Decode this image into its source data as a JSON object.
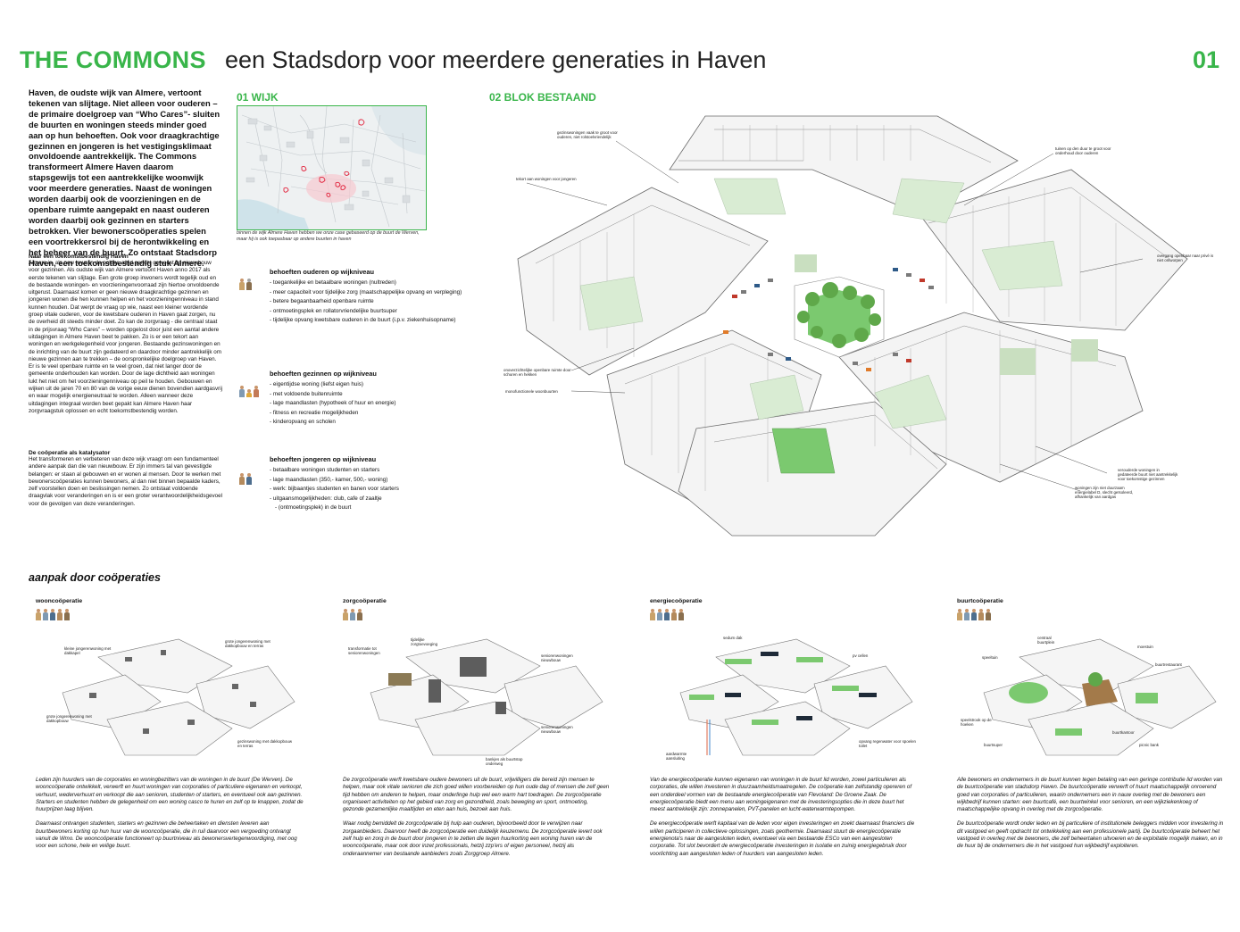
{
  "header": {
    "title": "THE COMMONS",
    "subtitle": "een Stadsdorp voor meerdere generaties in Haven",
    "page_number": "01"
  },
  "intro": {
    "lead": "Haven, de oudste wijk van Almere, vertoont tekenen van slijtage. Niet alleen voor ouderen – de primaire doelgroep van “Who Cares”- sluiten de buurten en woningen steeds minder goed aan op hun behoeften. Ook voor draagkrachtige gezinnen en jongeren is het vestigingsklimaat onvoldoende aantrekkelijk. The Commons transformeert Almere Haven daarom stapsgewijs tot een aantrekkelijke woonwijk voor meerdere generaties. Naast de woningen worden daarbij ook de voorzieningen en de openbare ruimte aangepakt en naast ouderen worden daarbij ook gezinnen en starters betrokken. Vier bewonerscoöperaties spelen een voortrekkersrol bij de herontwikkeling en het beheer van de buurt. Zo ontstaat Stadsdorp Haven, een toekomstbestendig stuk Almere.",
    "section1_title": "Naar een toekomstbestendig Haven",
    "section1_text": "Almere is, als new town in de polder, altijd gericht geweest op nieuwbouw voor gezinnen. Als oudste wijk van Almere vertoont Haven anno 2017 als eerste tekenen van slijtage. Een grote groep inwoners wordt tegelijk oud en de bestaande woningen- en voorzieningenvoorraad zijn hiertoe onvoldoende uitgerust. Daarnaast komen er geen nieuwe draagkrachtige gezinnen en jongeren wonen die hen kunnen helpen en het voorzieningenniveau in stand kunnen houden. Dat werpt de vraag op wie, naast een kleiner wordende groep vitale ouderen, voor de kwetsbare ouderen in Haven gaat zorgen, nu de overheid dit steeds minder doet. Zo kan de zorgvraag - die centraal staat in de prijsvraag “Who Cares” – worden opgelost door juist een aantal andere uitdagingen in Almere Haven beet te pakken. Zo is er een tekort aan woningen en werkgelegenheid voor jongeren. Bestaande gezinswoningen en de inrichting van de buurt zijn gedateerd en daardoor minder aantrekkelijk om nieuwe gezinnen aan te trekken – de oorspronkelijke doelgroep van Haven. Er is te veel openbare ruimte en te veel groen, dat niet langer door de gemeente onderhouden kan worden. Door de lage dichtheid aan woningen lukt het niet om het voorzieningenniveau op peil te houden. Gebouwen en wijken uit de jaren 70 en 80 van de vorige eeuw dienen bovendien aardgasvrij en waar mogelijk energieneutraal te worden. Alleen wanneer deze uitdagingen integraal worden beet gepakt kan Almere Haven haar zorgvraagstuk oplossen en echt toekomstbestendig worden.",
    "section2_title": "De coöperatie als katalysator",
    "section2_text": "Het transformeren en verbeteren van deze wijk vraagt om een fundamenteel andere aanpak dan die van nieuwbouw. Er zijn immers tal van gevestigde belangen: er staan al gebouwen en er wonen al mensen. Door te werken met bewonerscoöperaties kunnen bewoners, al dan niet binnen bepaalde kaders, zelf voorstellen doen en beslissingen nemen. Zo ontstaat voldoende draagvlak voor veranderingen en is er een groter verantwoordelijkheidsgevoel voor de gevolgen van deze veranderingen."
  },
  "wijk": {
    "heading": "01 WIJK",
    "caption": "binnen de wijk Almere Haven hebben we onze case gebaseerd op de buurt de Werven, maar hij is ook toepasbaar op andere buurten in haven"
  },
  "blok": {
    "heading": "02 BLOK BESTAAND",
    "annotations": [
      "gezinswoningen vaak te groot voor ouderen, niet rolstoelvriendelijk",
      "tekort aan woningen voor jongeren",
      "tuinen op den duur te groot voor onderhoud door ouderen",
      "overgang openbaar naar privé is niet ontworpen",
      "onoverzichtelijke openbare ruimte door schuren en hekken",
      "monofunctionele woonbuurten",
      "verouderde woningen in gedateerde buurt niet aantrekkelijk voor toekomstige gezinnen",
      "woningen zijn niet duurzaam energielabel D, slecht geïsoleerd, afhankelijk van aardgas"
    ]
  },
  "needs": [
    {
      "title": "behoeften ouderen op wijkniveau",
      "items": [
        "toegankelijke en betaalbare woningen (nultreden)",
        "meer capaciteit voor tijdelijke zorg (maatschappelijke opvang en verpleging)",
        "betere begaanbaarheid openbare ruimte",
        "ontmoetingsplek en rollatorvriendelijke buurtsuper",
        "tijdelijke opvang kwetsbare ouderen in de buurt (i.p.v. ziekenhuisopname)"
      ]
    },
    {
      "title": "behoeften gezinnen op wijkniveau",
      "items": [
        "eigentijdse woning (liefst eigen huis)",
        "met voldoende buitenruimte",
        "lage maandlasten (hypotheek of huur en energie)",
        "fitness en recreatie mogelijkheden",
        "kinderopvang en scholen"
      ]
    },
    {
      "title": "behoeften jongeren op wijkniveau",
      "items": [
        "betaalbare woningen studenten en starters",
        "lage maandlasten (350,- kamer, 500,- woning)",
        "werk: bijbaantjes studenten en banen voor starters",
        "uitgaansmogelijkheden: club, cafe of zaaltje",
        "(ontmoetingsplek) in de buurt"
      ]
    }
  ],
  "aanpak": {
    "heading": "aanpak door coöperaties",
    "coops": [
      {
        "title": "wooncoöperatie",
        "annotations": [
          "kleine jongerenwoning met dakkapel",
          "grote jongerenwoning met dakkopbouw en terras",
          "grote jongerenwoning met dakkopbouw",
          "gezinswoning met dakkopbouw en terras"
        ],
        "text1": "Leden zijn huurders van de corporaties en woningbezitters van de woningen in de buurt (De Werven). De wooncoöperatie ontwikkelt, verwerft en huurt woningen van corporaties of particuliere eigenaren en verkoopt, verhuurt, wederverhuurt en verkoopt die aan senioren, studenten of starters, en eventueel ook aan gezinnen. Starters en studenten hebben de gelegenheid om een woning casco te huren en zelf op te knappen, zodat de huurprijzen laag blijven.",
        "text2": "Daarnaast ontvangen studenten, starters en gezinnen die beheertaken en diensten leveren aan buurtbewoners korting op hun huur van de wooncoöperatie, die in ruil daarvoor een vergoeding ontvangt vanuit de Wmo. De wooncoöperatie functioneert op buurtniveau als bewonersvertegenwoordiging, met oog voor een schone, hele en veilige buurt."
      },
      {
        "title": "zorgcoöperatie",
        "annotations": [
          "transformatie tot seniorenwoningen",
          "tijdelijke zorgtoevoeging",
          "seniorenwoningen nieuwbouw",
          "seniorenwoningen nieuwbouw",
          "bankjes als buurtstop onderweg"
        ],
        "text1": "De zorgcoöperatie werft kwetsbare oudere bewoners uit de buurt, vrijwilligers die bereid zijn mensen te helpen, maar ook vitale senioren die zich goed willen voorbereiden op hun oude dag of mensen die zelf geen tijd hebben om anderen te helpen, maar onderlinge hulp wel een warm hart toedragen. De zorgcoöperatie organiseert activiteiten op het gebied van zorg en gezondheid, zoals beweging en sport, ontmoeting, gezonde gezamenlijke maaltijden en eten aan huis, bezoek aan huis.",
        "text2": "Waar nodig bemiddelt de zorgcoöperatie bij hulp aan ouderen, bijvoorbeeld door te verwijzen naar zorgaanbieders. Daarvoor heeft de zorgcoöperatie een duidelijk keuzemenu. De zorgcoöperatie levert ook zelf hulp en zorg in de buurt door jongeren in te zetten die tegen huurkorting een woning huren van de wooncoöperatie, maar ook door inzet professionals, hetzij zzp'ers of eigen personeel, hetzij als onderaannemer van bestaande aanbieders zoals Zorggroep Almere."
      },
      {
        "title": "energiecoöperatie",
        "annotations": [
          "sedum dak",
          "pv cellen",
          "aardwarmte aansluiting",
          "opvang regenwater voor spoelen toilet"
        ],
        "text1": "Van de energiecoöperatie kunnen eigenaren van woningen in de buurt lid worden, zowel particulieren als corporaties, die willen investeren in duurzaamheidsmaatregelen. De coöperatie kan zelfstandig opereren of een onderdeel vormen van de bestaande energiecoöperatie van Flevoland: De Groene Zaak. De energiecoöperatie biedt een menu aan woningeigenaren met de investeringsopties die in deze buurt het meest aantrekkelijk zijn: zonnepanelen, PVT-panelen en lucht-waterwarmtepompen.",
        "text2": "De energiecoöperatie werft kapitaal van de leden voor eigen investeringen en zoekt daarnaast financiers die willen participeren in collectieve oplossingen, zoals geothermie. Daarnaast stuurt de energiecoöperatie energienota's naar de aangesloten leden, eventueel via een bestaande ESCo van een aangesloten corporatie. Tot slot bevordert de energiecoöperatie investeringen in isolatie en zuinig energiegebruik door voorlichting aan aangesloten leden of huurders van aangesloten leden."
      },
      {
        "title": "buurtcoöperatie",
        "annotations": [
          "centraal buurtplein",
          "speeltuin",
          "moestuin",
          "buurtrestaurant",
          "speelstrook op de hoeken",
          "buurtkantoor",
          "buurtsuper",
          "picnic bank"
        ],
        "text1": "Alle bewoners en ondernemers in de buurt kunnen tegen betaling van een geringe contributie lid worden van de buurtcoöperatie van stadsdorp Haven. De buurtcoöperatie verwerft of huurt maatschappelijk onroerend goed van corporaties of particulieren, waarin ondernemers een in nauw overleg met de bewoners een wijkbedrijf kunnen starten: een buurtcafé, een buurtwinkel voor senioren, en een wijkziekenkoeg of maatschappelijke opvang in overleg met de zorgcoöperatie.",
        "text2": "De buurtcoöperatie wordt onder leden en bij particuliere of institutionele beleggers midden voor investering in dit vastgoed en geeft opdracht tot ontwikkeling aan een professionele partij. De buurtcoöperatie beheert het vastgoed in overleg met de bewoners, die zelf beheertaken uitvoeren en de exploitatie mogelijk maken, en in de huur bij de ondernemers die in het vastgoed hun wijkbedrijf exploiteren."
      }
    ]
  },
  "colors": {
    "accent": "#39b54a",
    "text": "#111111",
    "grass": "#7bc96f"
  }
}
